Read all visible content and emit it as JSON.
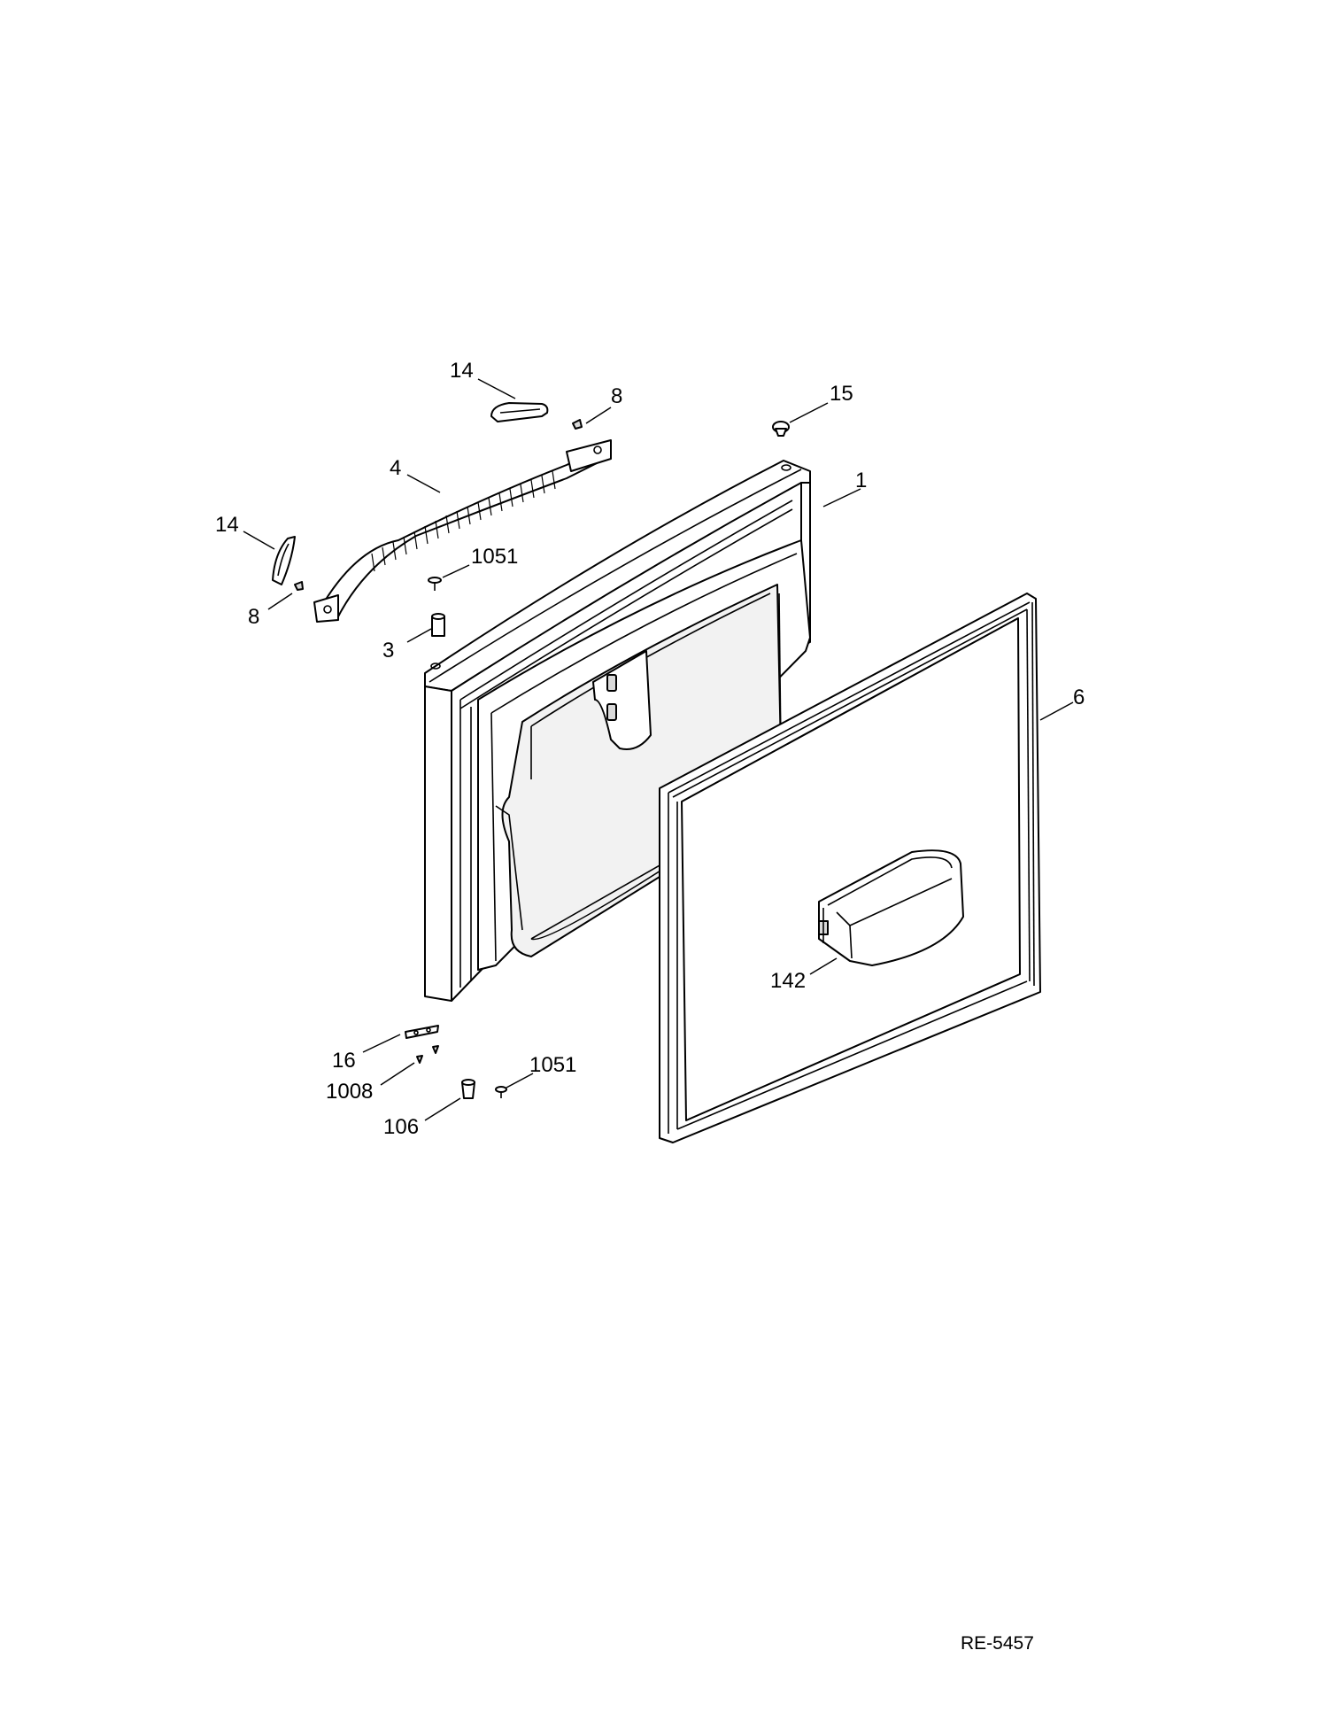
{
  "document_code": "RE-5457",
  "callouts": [
    {
      "id": "c14a",
      "label": "14"
    },
    {
      "id": "c8a",
      "label": "8"
    },
    {
      "id": "c15",
      "label": "15"
    },
    {
      "id": "c4",
      "label": "4"
    },
    {
      "id": "c1",
      "label": "1"
    },
    {
      "id": "c14b",
      "label": "14"
    },
    {
      "id": "c1051a",
      "label": "1051"
    },
    {
      "id": "c8b",
      "label": "8"
    },
    {
      "id": "c3",
      "label": "3"
    },
    {
      "id": "c6",
      "label": "6"
    },
    {
      "id": "c142",
      "label": "142"
    },
    {
      "id": "c16",
      "label": "16"
    },
    {
      "id": "c1051b",
      "label": "1051"
    },
    {
      "id": "c1008",
      "label": "1008"
    },
    {
      "id": "c106",
      "label": "106"
    }
  ]
}
